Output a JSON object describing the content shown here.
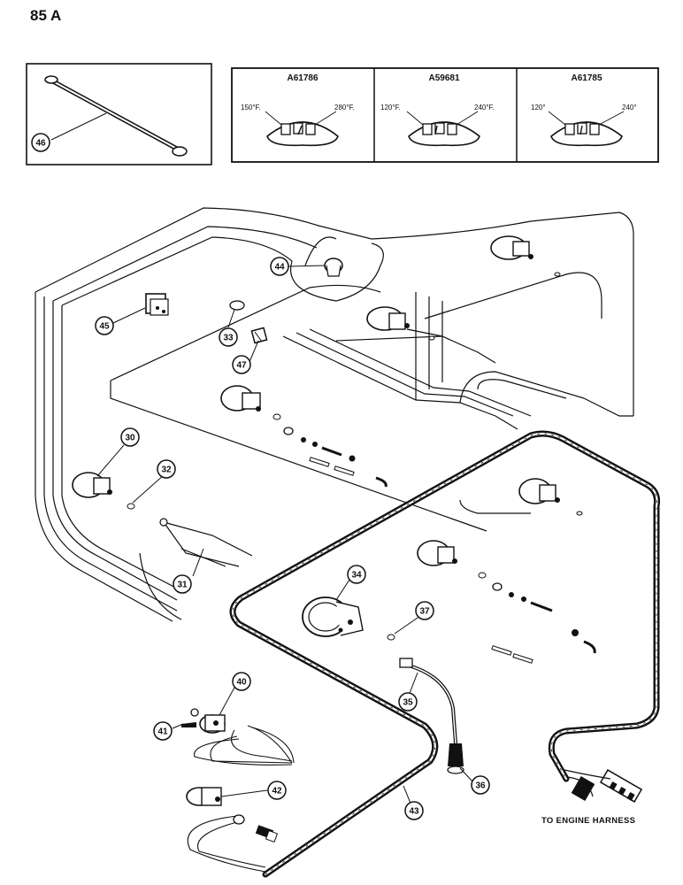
{
  "page_number": "85 A",
  "gauge_panels": [
    {
      "part_number": "A61786",
      "low_label": "150°F.",
      "high_label": "280°F."
    },
    {
      "part_number": "A59681",
      "low_label": "120°F.",
      "high_label": "240°F."
    },
    {
      "part_number": "A61785",
      "low_label": "120°",
      "high_label": "240°"
    }
  ],
  "callouts": {
    "c46": "46",
    "c44": "44",
    "c45": "45",
    "c33": "33",
    "c47": "47",
    "c30": "30",
    "c32": "32",
    "c31": "31",
    "c34": "34",
    "c37": "37",
    "c35": "35",
    "c40": "40",
    "c41": "41",
    "c42": "42",
    "c43": "43",
    "c36": "36"
  },
  "caption": "TO ENGINE HARNESS",
  "colors": {
    "ink": "#111111",
    "paper": "#ffffff"
  }
}
